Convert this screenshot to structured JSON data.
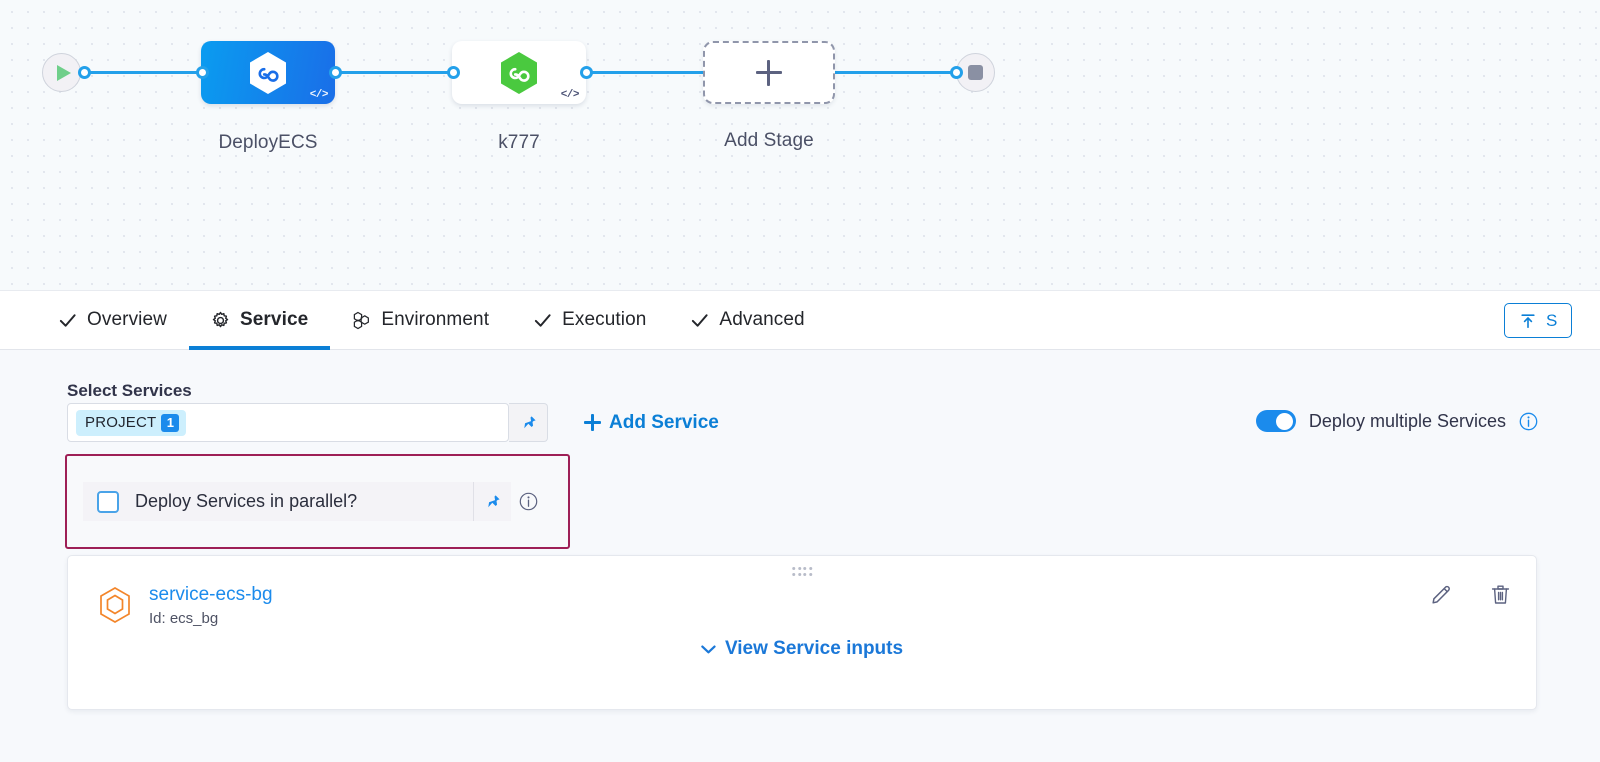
{
  "pipeline": {
    "start_node": {
      "icon": "play-icon"
    },
    "end_node": {
      "icon": "stop-icon"
    },
    "stages": [
      {
        "label": "DeployECS",
        "icon": "harness-hexagon-infinity-icon",
        "code_glyph": "</>",
        "selected": true,
        "color": "#1a6ee8"
      },
      {
        "label": "k777",
        "icon": "harness-hexagon-infinity-icon",
        "code_glyph": "</>",
        "selected": false,
        "color": "#4ac93f"
      }
    ],
    "add_stage": {
      "label": "Add Stage",
      "icon": "plus-icon"
    }
  },
  "tabs": [
    {
      "label": "Overview",
      "icon": "check-icon",
      "active": false
    },
    {
      "label": "Service",
      "icon": "gear-icon",
      "active": true
    },
    {
      "label": "Environment",
      "icon": "hex-cluster-icon",
      "active": false
    },
    {
      "label": "Execution",
      "icon": "check-icon",
      "active": false
    },
    {
      "label": "Advanced",
      "icon": "check-icon",
      "active": false
    }
  ],
  "template_button": {
    "label": "S",
    "icon": "upload-template-icon"
  },
  "service_section": {
    "title": "Select Services",
    "chip": {
      "label": "PROJECT",
      "count": "1"
    },
    "pin_icon": "pin-icon",
    "add_service": {
      "label": "Add Service",
      "icon": "plus-icon"
    },
    "deploy_multiple": {
      "label": "Deploy multiple Services",
      "enabled": true,
      "info_icon": "info-icon"
    },
    "parallel": {
      "label": "Deploy Services in parallel?",
      "checked": false,
      "pin_icon": "pin-icon",
      "info_icon": "info-icon",
      "highlight_color": "#9e1f56"
    }
  },
  "service_card": {
    "drag_handle": "drag-handle-icon",
    "service_icon": "service-hexagon-icon",
    "name": "service-ecs-bg",
    "id_label": "Id: ecs_bg",
    "view_inputs": {
      "label": "View Service inputs",
      "icon": "chevron-down-icon"
    },
    "edit_icon": "pencil-icon",
    "delete_icon": "trash-icon"
  },
  "colors": {
    "accent_blue": "#0b7fd6",
    "wire_blue": "#23a0ea",
    "highlight_magenta": "#9e1f56",
    "green": "#4ac93f"
  }
}
